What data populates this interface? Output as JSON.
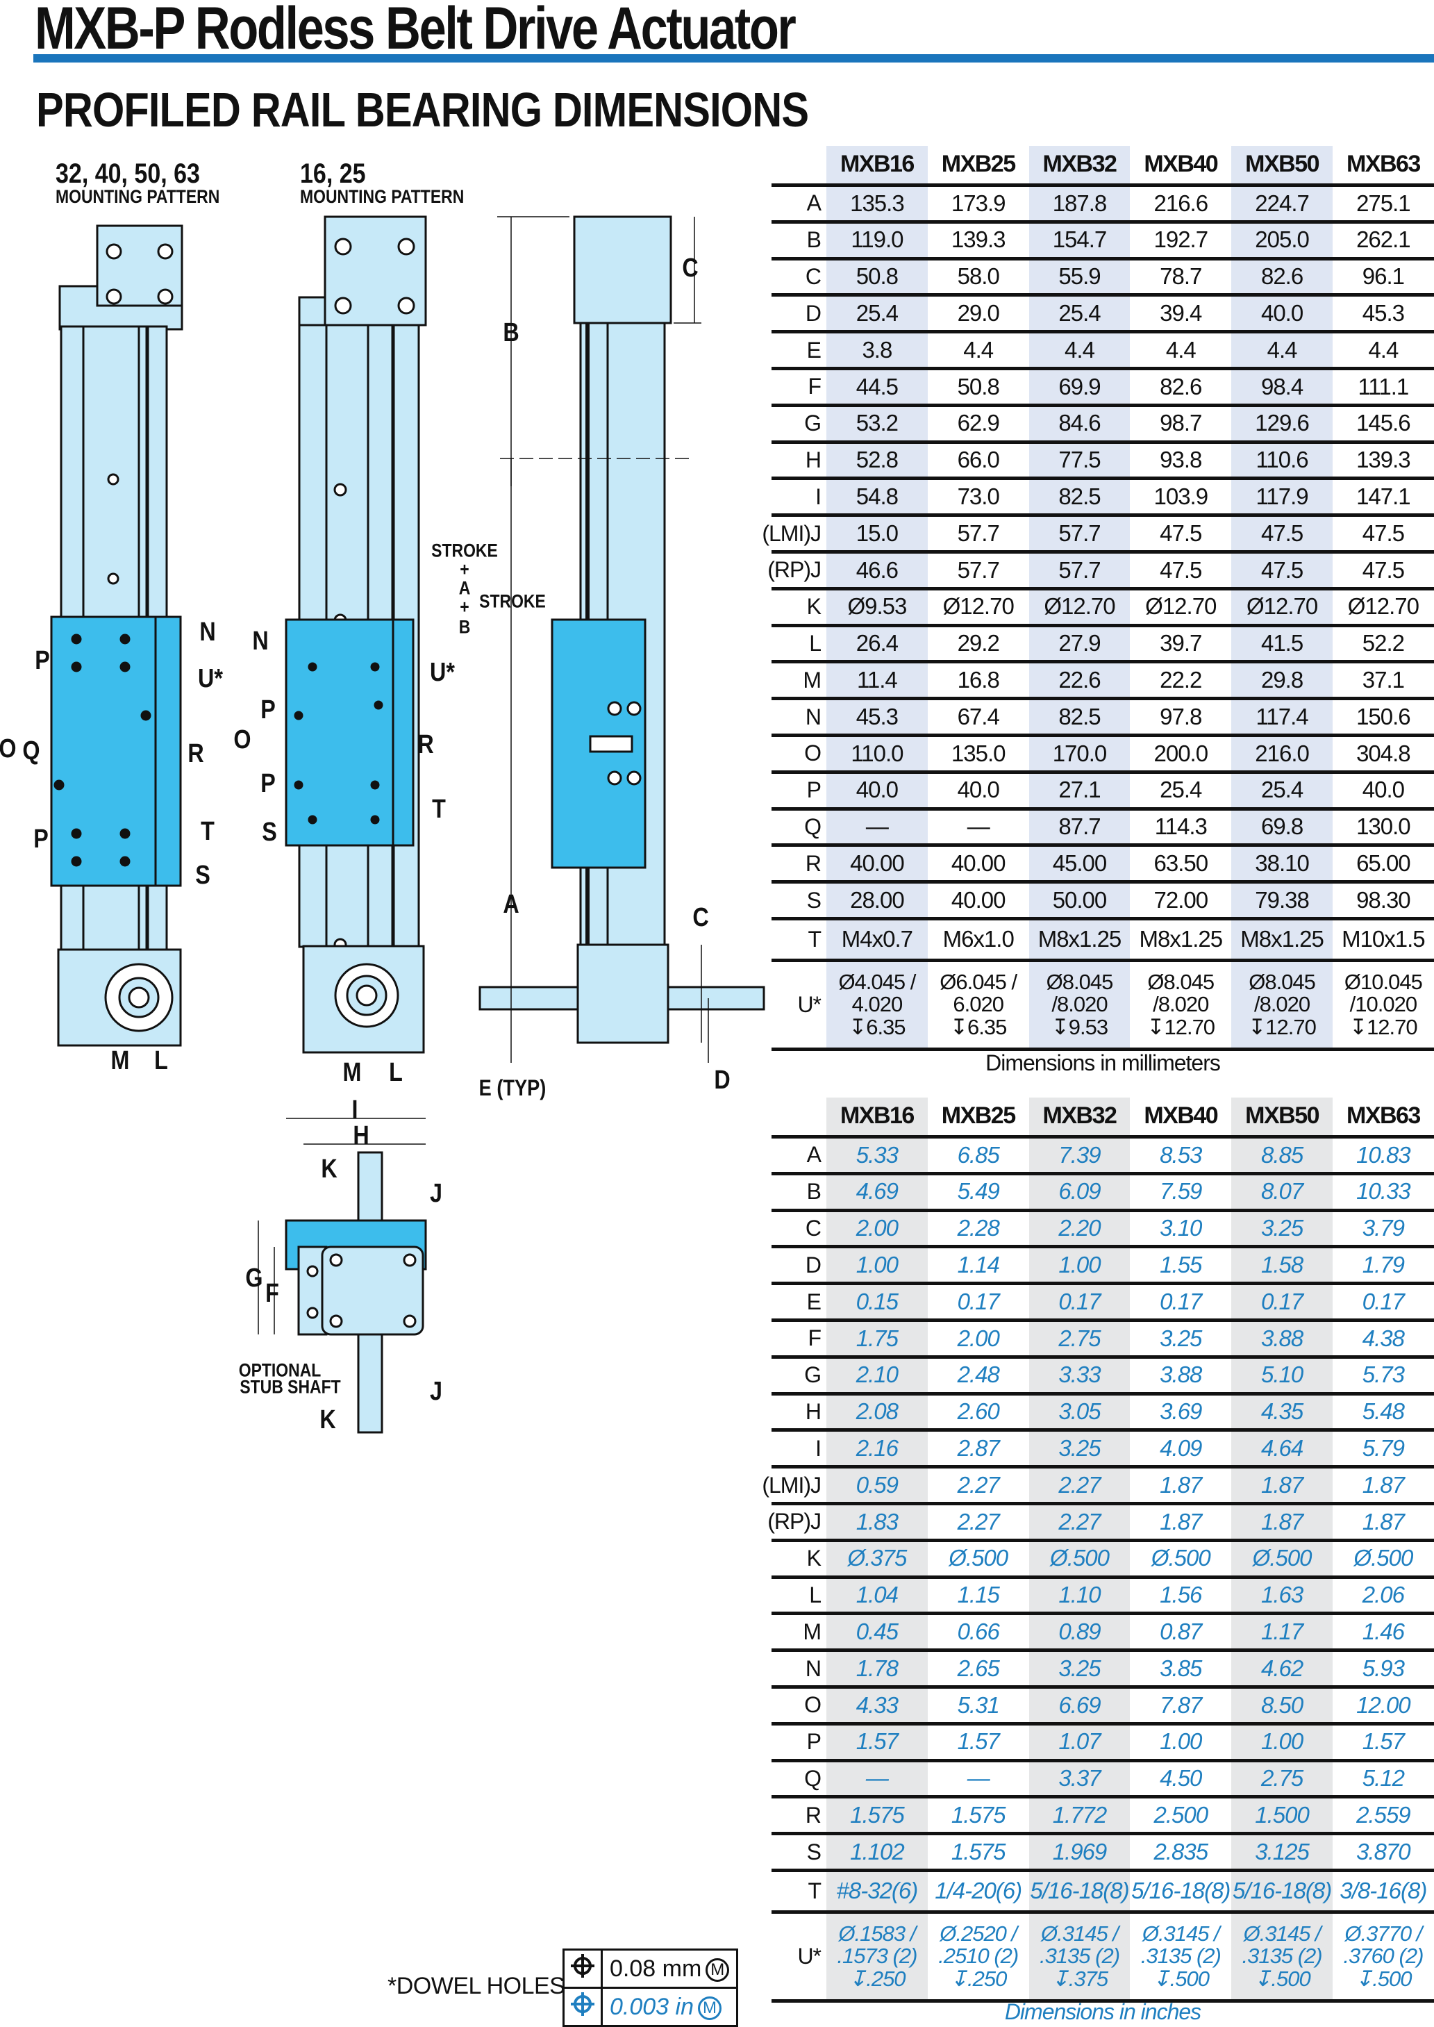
{
  "header": {
    "title": "MXB-P Rodless Belt Drive Actuator",
    "subtitle": "PROFILED RAIL BEARING DIMENSIONS"
  },
  "colors": {
    "accent": "#1a75bc",
    "inch_text": "#1f7fc0",
    "body_light": "#c7e9f8",
    "carriage": "#3dbdec",
    "mm_shade": "#dfe6f3",
    "inch_shade": "#e6e7e8"
  },
  "drawing": {
    "view1_size": "32, 40, 50, 63",
    "view1_caption": "MOUNTING PATTERN",
    "view2_size": "16, 25",
    "view2_caption": "MOUNTING PATTERN",
    "labels": [
      "N",
      "U*",
      "P",
      "O",
      "Q",
      "R",
      "P",
      "T",
      "S",
      "M",
      "L",
      "N",
      "U*",
      "P",
      "O",
      "R",
      "P",
      "T",
      "S",
      "M",
      "L",
      "B",
      "C",
      "STROKE",
      "+",
      "A",
      "+",
      "B",
      "STROKE",
      "A",
      "C",
      "D",
      "E (TYP)",
      "I",
      "H",
      "K",
      "J",
      "G",
      "F",
      "OPTIONAL",
      "STUB SHAFT",
      "J",
      "K"
    ]
  },
  "columns": [
    "MXB16",
    "MXB25",
    "MXB32",
    "MXB40",
    "MXB50",
    "MXB63"
  ],
  "mm_table": {
    "caption": "Dimensions in millimeters",
    "rows": [
      {
        "label": "A",
        "values": [
          "135.3",
          "173.9",
          "187.8",
          "216.6",
          "224.7",
          "275.1"
        ]
      },
      {
        "label": "B",
        "values": [
          "119.0",
          "139.3",
          "154.7",
          "192.7",
          "205.0",
          "262.1"
        ]
      },
      {
        "label": "C",
        "values": [
          "50.8",
          "58.0",
          "55.9",
          "78.7",
          "82.6",
          "96.1"
        ]
      },
      {
        "label": "D",
        "values": [
          "25.4",
          "29.0",
          "25.4",
          "39.4",
          "40.0",
          "45.3"
        ]
      },
      {
        "label": "E",
        "values": [
          "3.8",
          "4.4",
          "4.4",
          "4.4",
          "4.4",
          "4.4"
        ]
      },
      {
        "label": "F",
        "values": [
          "44.5",
          "50.8",
          "69.9",
          "82.6",
          "98.4",
          "111.1"
        ]
      },
      {
        "label": "G",
        "values": [
          "53.2",
          "62.9",
          "84.6",
          "98.7",
          "129.6",
          "145.6"
        ]
      },
      {
        "label": "H",
        "values": [
          "52.8",
          "66.0",
          "77.5",
          "93.8",
          "110.6",
          "139.3"
        ]
      },
      {
        "label": "I",
        "values": [
          "54.8",
          "73.0",
          "82.5",
          "103.9",
          "117.9",
          "147.1"
        ]
      },
      {
        "label": "(LMI)J",
        "values": [
          "15.0",
          "57.7",
          "57.7",
          "47.5",
          "47.5",
          "47.5"
        ]
      },
      {
        "label": "(RP)J",
        "values": [
          "46.6",
          "57.7",
          "57.7",
          "47.5",
          "47.5",
          "47.5"
        ]
      },
      {
        "label": "K",
        "values": [
          "Ø9.53",
          "Ø12.70",
          "Ø12.70",
          "Ø12.70",
          "Ø12.70",
          "Ø12.70"
        ]
      },
      {
        "label": "L",
        "values": [
          "26.4",
          "29.2",
          "27.9",
          "39.7",
          "41.5",
          "52.2"
        ]
      },
      {
        "label": "M",
        "values": [
          "11.4",
          "16.8",
          "22.6",
          "22.2",
          "29.8",
          "37.1"
        ]
      },
      {
        "label": "N",
        "values": [
          "45.3",
          "67.4",
          "82.5",
          "97.8",
          "117.4",
          "150.6"
        ]
      },
      {
        "label": "O",
        "values": [
          "110.0",
          "135.0",
          "170.0",
          "200.0",
          "216.0",
          "304.8"
        ]
      },
      {
        "label": "P",
        "values": [
          "40.0",
          "40.0",
          "27.1",
          "25.4",
          "25.4",
          "40.0"
        ]
      },
      {
        "label": "Q",
        "values": [
          "—",
          "—",
          "87.7",
          "114.3",
          "69.8",
          "130.0"
        ]
      },
      {
        "label": "R",
        "values": [
          "40.00",
          "40.00",
          "45.00",
          "63.50",
          "38.10",
          "65.00"
        ]
      },
      {
        "label": "S",
        "values": [
          "28.00",
          "40.00",
          "50.00",
          "72.00",
          "79.38",
          "98.30"
        ]
      },
      {
        "label": "T",
        "values": [
          "M4x0.7",
          "M6x1.0",
          "M8x1.25",
          "M8x1.25",
          "M8x1.25",
          "M10x1.5"
        ]
      },
      {
        "label": "U*",
        "values": [
          "Ø4.045 /\n4.020\n↧6.35",
          "Ø6.045 /\n6.020\n↧6.35",
          "Ø8.045\n/8.020\n↧9.53",
          "Ø8.045\n/8.020\n↧12.70",
          "Ø8.045\n/8.020\n↧12.70",
          "Ø10.045\n/10.020\n↧12.70"
        ]
      }
    ]
  },
  "inch_table": {
    "caption": "Dimensions in inches",
    "rows": [
      {
        "label": "A",
        "values": [
          "5.33",
          "6.85",
          "7.39",
          "8.53",
          "8.85",
          "10.83"
        ]
      },
      {
        "label": "B",
        "values": [
          "4.69",
          "5.49",
          "6.09",
          "7.59",
          "8.07",
          "10.33"
        ]
      },
      {
        "label": "C",
        "values": [
          "2.00",
          "2.28",
          "2.20",
          "3.10",
          "3.25",
          "3.79"
        ]
      },
      {
        "label": "D",
        "values": [
          "1.00",
          "1.14",
          "1.00",
          "1.55",
          "1.58",
          "1.79"
        ]
      },
      {
        "label": "E",
        "values": [
          "0.15",
          "0.17",
          "0.17",
          "0.17",
          "0.17",
          "0.17"
        ]
      },
      {
        "label": "F",
        "values": [
          "1.75",
          "2.00",
          "2.75",
          "3.25",
          "3.88",
          "4.38"
        ]
      },
      {
        "label": "G",
        "values": [
          "2.10",
          "2.48",
          "3.33",
          "3.88",
          "5.10",
          "5.73"
        ]
      },
      {
        "label": "H",
        "values": [
          "2.08",
          "2.60",
          "3.05",
          "3.69",
          "4.35",
          "5.48"
        ]
      },
      {
        "label": "I",
        "values": [
          "2.16",
          "2.87",
          "3.25",
          "4.09",
          "4.64",
          "5.79"
        ]
      },
      {
        "label": "(LMI)J",
        "values": [
          "0.59",
          "2.27",
          "2.27",
          "1.87",
          "1.87",
          "1.87"
        ]
      },
      {
        "label": "(RP)J",
        "values": [
          "1.83",
          "2.27",
          "2.27",
          "1.87",
          "1.87",
          "1.87"
        ]
      },
      {
        "label": "K",
        "values": [
          "Ø.375",
          "Ø.500",
          "Ø.500",
          "Ø.500",
          "Ø.500",
          "Ø.500"
        ]
      },
      {
        "label": "L",
        "values": [
          "1.04",
          "1.15",
          "1.10",
          "1.56",
          "1.63",
          "2.06"
        ]
      },
      {
        "label": "M",
        "values": [
          "0.45",
          "0.66",
          "0.89",
          "0.87",
          "1.17",
          "1.46"
        ]
      },
      {
        "label": "N",
        "values": [
          "1.78",
          "2.65",
          "3.25",
          "3.85",
          "4.62",
          "5.93"
        ]
      },
      {
        "label": "O",
        "values": [
          "4.33",
          "5.31",
          "6.69",
          "7.87",
          "8.50",
          "12.00"
        ]
      },
      {
        "label": "P",
        "values": [
          "1.57",
          "1.57",
          "1.07",
          "1.00",
          "1.00",
          "1.57"
        ]
      },
      {
        "label": "Q",
        "values": [
          "—",
          "—",
          "3.37",
          "4.50",
          "2.75",
          "5.12"
        ]
      },
      {
        "label": "R",
        "values": [
          "1.575",
          "1.575",
          "1.772",
          "2.500",
          "1.500",
          "2.559"
        ]
      },
      {
        "label": "S",
        "values": [
          "1.102",
          "1.575",
          "1.969",
          "2.835",
          "3.125",
          "3.870"
        ]
      },
      {
        "label": "T",
        "values": [
          "#8-32(6)",
          "1/4-20(6)",
          "5/16-18(8)",
          "5/16-18(8)",
          "5/16-18(8)",
          "3/8-16(8)"
        ]
      },
      {
        "label": "U*",
        "values": [
          "Ø.1583 /\n.1573 (2)\n↧.250",
          "Ø.2520 /\n.2510 (2)\n↧.250",
          "Ø.3145 /\n.3135 (2)\n↧.375",
          "Ø.3145 /\n.3135 (2)\n↧.500",
          "Ø.3145 /\n.3135 (2)\n↧.500",
          "Ø.3770 /\n.3760 (2)\n↧.500"
        ]
      }
    ]
  },
  "dowel_note": {
    "label": "*DOWEL HOLES",
    "tolerance_mm": "0.08 mm",
    "tolerance_in": "0.003 in",
    "modifier": "M"
  }
}
